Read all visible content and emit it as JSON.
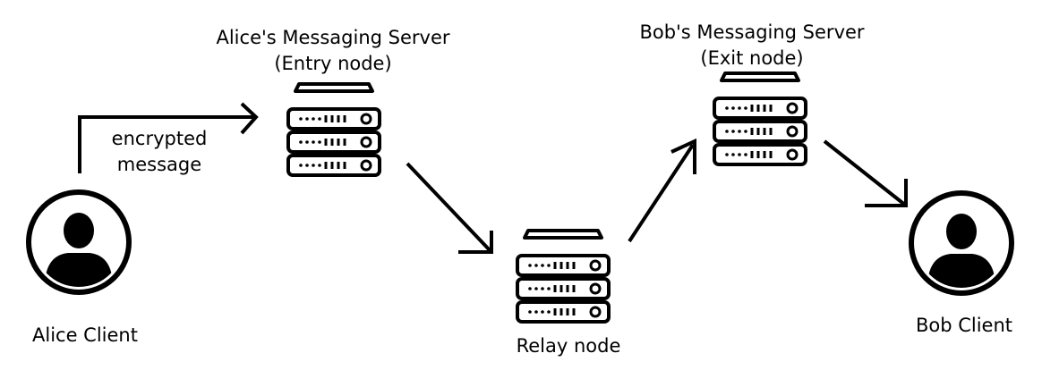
{
  "nodes": {
    "alice_server": {
      "title": "Alice's Messaging Server",
      "subtitle": "(Entry node)",
      "icon": "server-icon"
    },
    "bob_server": {
      "title": "Bob's Messaging Server",
      "subtitle": "(Exit node)",
      "icon": "server-icon"
    },
    "relay": {
      "label": "Relay node",
      "icon": "server-icon"
    },
    "alice_client": {
      "label": "Alice Client",
      "icon": "user-avatar-icon"
    },
    "bob_client": {
      "label": "Bob Client",
      "icon": "user-avatar-icon"
    }
  },
  "edges": {
    "client_to_entry": {
      "label_line1": "encrypted",
      "label_line2": "message"
    }
  },
  "colors": {
    "stroke": "#000000",
    "background": "#ffffff"
  }
}
